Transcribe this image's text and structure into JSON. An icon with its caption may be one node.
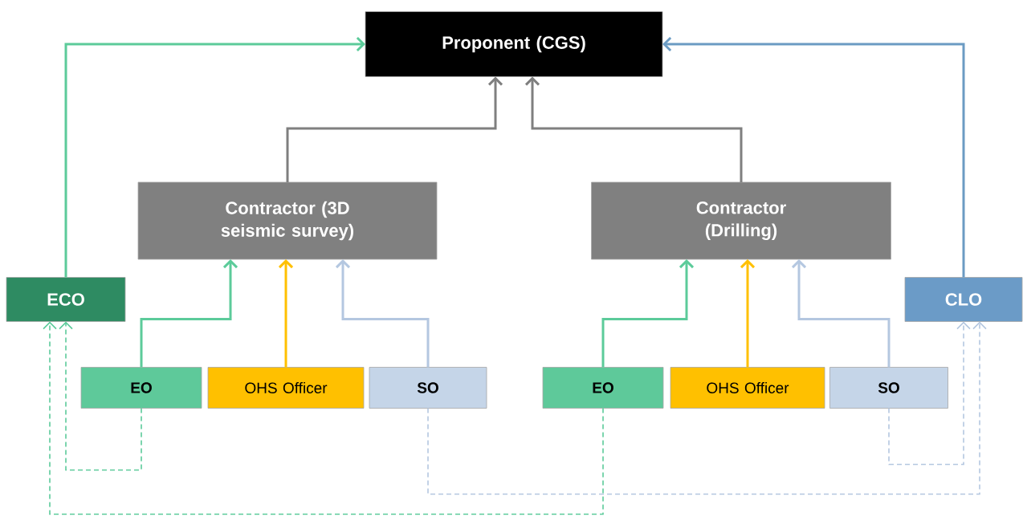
{
  "diagram": {
    "nodes": [
      {
        "text": [
          "Proponent (CGS)"
        ]
      },
      {
        "text": [
          "Contractor (3D seismic survey)"
        ]
      },
      {
        "text": [
          "Contractor (Drilling)"
        ]
      },
      {
        "text": [
          "ECO"
        ]
      },
      {
        "text": [
          "CLO"
        ]
      },
      {
        "text": [
          "EO"
        ]
      },
      {
        "text": [
          "OHS Officer"
        ]
      },
      {
        "text": [
          "SO"
        ]
      },
      {
        "text": [
          "EO"
        ]
      },
      {
        "text": [
          "OHS Officer"
        ]
      },
      {
        "text": [
          "SO"
        ]
      }
    ],
    "edges": [
      {
        "from": 3,
        "to": 0,
        "arrow": "to",
        "color": "#5ccb9a"
      },
      {
        "from": 4,
        "to": 0,
        "arrow": "to",
        "color": "#6b9bc3"
      },
      {
        "from": 1,
        "to": 0,
        "arrow": "to",
        "color": "#7f7f7f"
      },
      {
        "from": 2,
        "to": 0,
        "arrow": "to",
        "color": "#7f7f7f"
      },
      {
        "from": 5,
        "to": 1,
        "arrow": "to",
        "color": "#5ccb9a"
      },
      {
        "from": 6,
        "to": 1,
        "arrow": "to",
        "color": "#ffc000"
      },
      {
        "from": 7,
        "to": 1,
        "arrow": "to",
        "color": "#b4c7e0"
      },
      {
        "from": 8,
        "to": 2,
        "arrow": "to",
        "color": "#5ccb9a"
      },
      {
        "from": 9,
        "to": 2,
        "arrow": "to",
        "color": "#ffc000"
      },
      {
        "from": 10,
        "to": 2,
        "arrow": "to",
        "color": "#b4c7e0"
      },
      {
        "from": 5,
        "to": 3,
        "arrow": "to",
        "style": "dashed",
        "color": "#5ccb9a"
      },
      {
        "from": 8,
        "to": 3,
        "arrow": "to",
        "style": "dashed",
        "color": "#5ccb9a"
      },
      {
        "from": 10,
        "to": 4,
        "arrow": "to",
        "style": "dashed",
        "color": "#b4c7e0"
      },
      {
        "from": 7,
        "to": 4,
        "arrow": "to",
        "style": "dashed",
        "color": "#b4c7e0"
      }
    ]
  }
}
